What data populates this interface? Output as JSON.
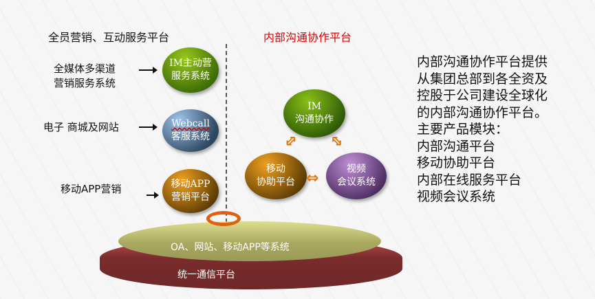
{
  "left_title": "全员营销、互动服务平台",
  "right_title": "内部沟通协作平台",
  "left_labels": [
    [
      "全媒体多渠道",
      "营销服务系统"
    ],
    [
      "电子 商城及网站"
    ],
    [
      "移动APP营销"
    ]
  ],
  "left_orbs": [
    [
      "IM主动营",
      "服务系统"
    ],
    [
      "Webcall",
      "客服系统"
    ],
    [
      "移动APP",
      "营销平台"
    ]
  ],
  "right_orbs": [
    [
      "IM",
      "沟通协作"
    ],
    [
      "移动",
      "协助平台"
    ],
    [
      "视频",
      "会议系统"
    ]
  ],
  "platform_top": "OA、网站、移动APP等系统",
  "platform_bottom": "统一通信平台",
  "description": [
    "内部沟通协作平台提供",
    "从集团总部到各全资及",
    "控股于公司建设全球化",
    "的内部沟通协作平台。",
    "主要产品模块：",
    "内部沟通平台",
    "移动协助平台",
    "内部在线服务平台",
    "视频会议系统"
  ],
  "colors": {
    "right_title": "#e00000",
    "green": "#5a8a10",
    "blue": "#3f5f7f",
    "orange": "#a86808",
    "bottom": "#8a3434",
    "top": "#b8b870"
  }
}
